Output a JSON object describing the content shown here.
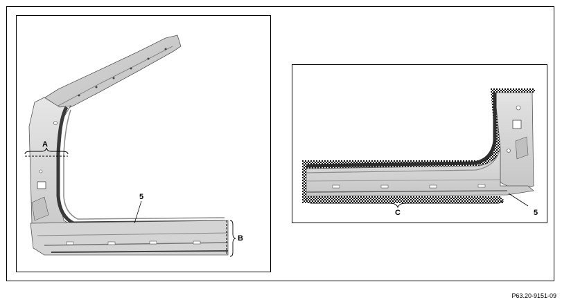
{
  "labels": {
    "left_A": "A",
    "left_5": "5",
    "left_B": "B",
    "right_C": "C",
    "right_5": "5"
  },
  "figure_code": "P63.20-9151-09"
}
